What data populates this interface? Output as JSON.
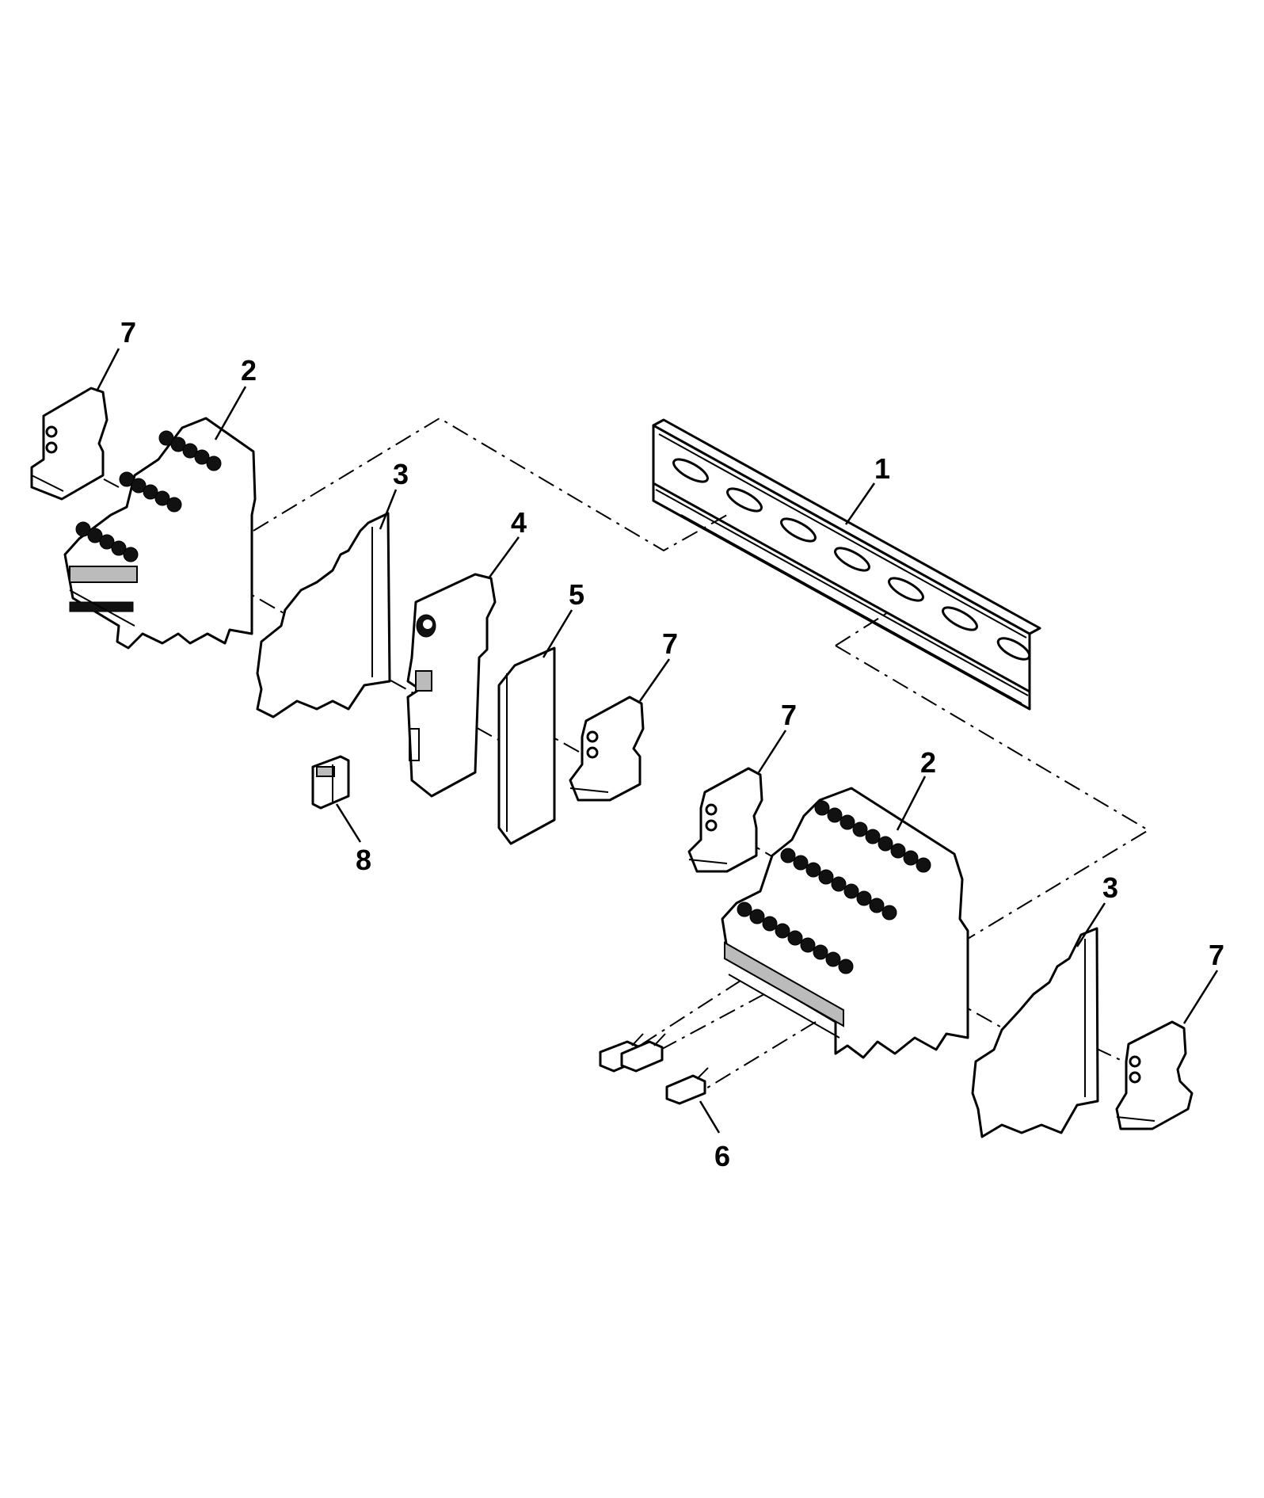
{
  "callouts": {
    "c1": "1",
    "c2_left": "2",
    "c2_right": "2",
    "c3_left": "3",
    "c3_right": "3",
    "c4": "4",
    "c5": "5",
    "c6": "6",
    "c7_topleft": "7",
    "c7_mid": "7",
    "c7_center": "7",
    "c7_right": "7",
    "c8": "8"
  },
  "parts": [
    {
      "id": "1",
      "icon": "din-rail"
    },
    {
      "id": "2",
      "icon": "terminal-block-stack"
    },
    {
      "id": "3",
      "icon": "end-cover"
    },
    {
      "id": "4",
      "icon": "fuse-terminal-block"
    },
    {
      "id": "5",
      "icon": "partition-plate"
    },
    {
      "id": "6",
      "icon": "jumper-bar"
    },
    {
      "id": "7",
      "icon": "end-clamp"
    },
    {
      "id": "8",
      "icon": "fuse-plug"
    }
  ],
  "colors": {
    "line": "#000000",
    "background": "#ffffff"
  }
}
